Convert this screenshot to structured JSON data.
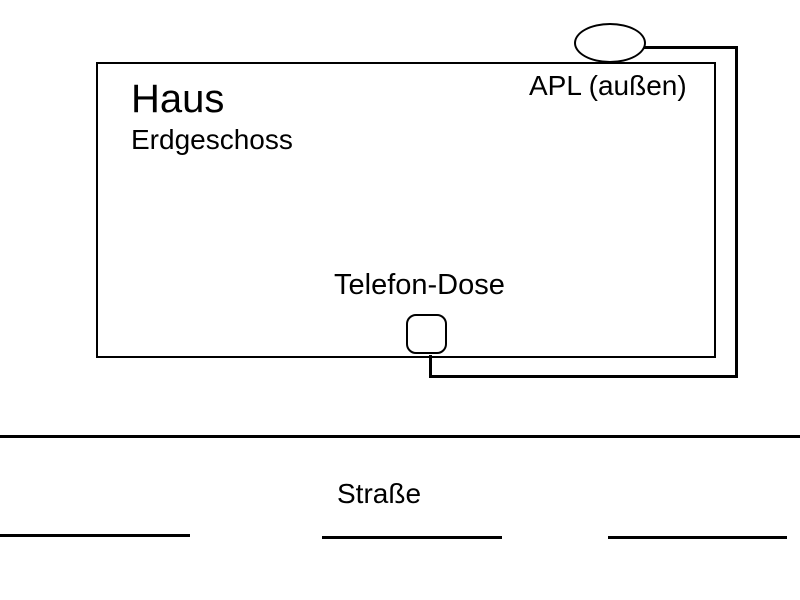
{
  "diagram": {
    "house": {
      "title": "Haus",
      "subtitle": "Erdgeschoss"
    },
    "apl": {
      "label": "APL (außen)"
    },
    "telefon_dose": {
      "label": "Telefon-Dose"
    },
    "street": {
      "label": "Straße",
      "lane_marking_count": 3
    },
    "connection": {
      "description": "cable from Telefon-Dose routed outside house up to APL"
    },
    "colors": {
      "line": "#000000",
      "background": "#ffffff",
      "text": "#000000"
    }
  }
}
